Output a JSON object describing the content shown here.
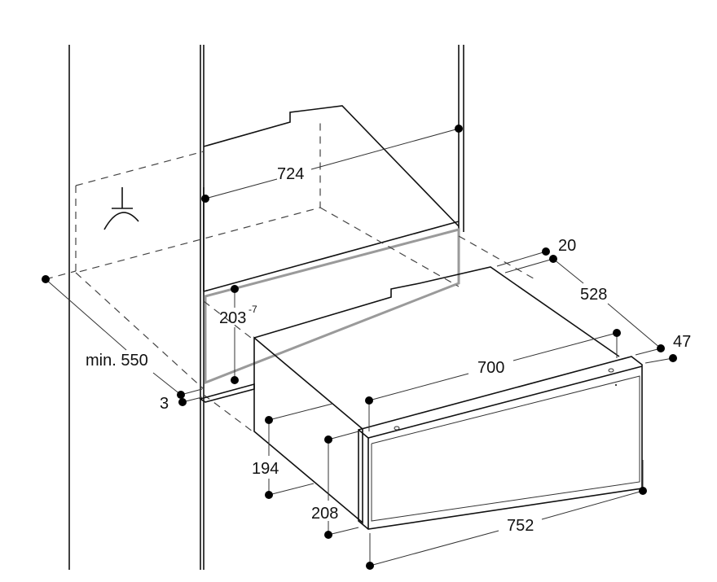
{
  "diagram": {
    "dimensions": {
      "cabinet_width": "724",
      "min_depth": "min. 550",
      "gap": "3",
      "niche_height": "203",
      "niche_height_tolerance": "-7",
      "top_offset": "20",
      "appliance_depth": "528",
      "front_depth": "47",
      "body_width": "700",
      "body_height": "194",
      "front_height": "208",
      "front_width": "752"
    },
    "colors": {
      "line": "#111111",
      "niche_outline": "#9a9a9a",
      "side_face": "#f2f2f2"
    }
  }
}
